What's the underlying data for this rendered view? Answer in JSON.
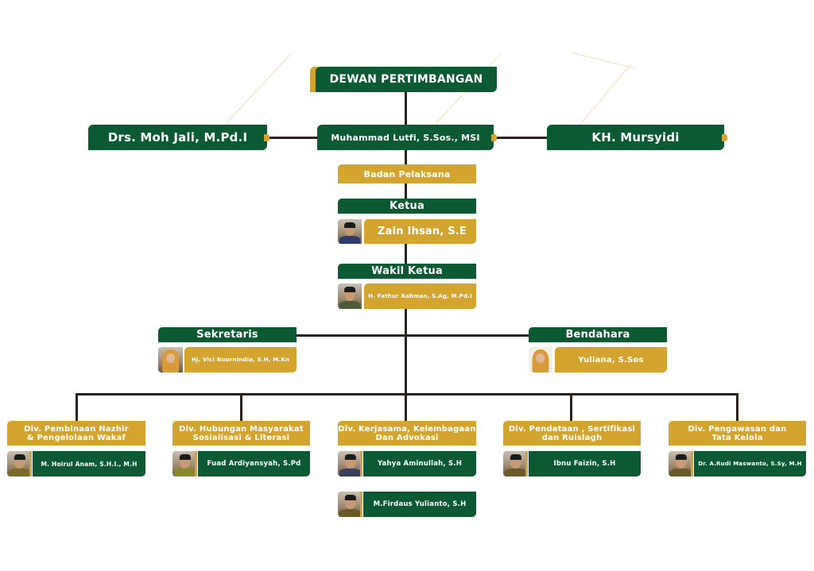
{
  "chart_title": "",
  "dewan": {
    "header": "DEWAN PERTIMBANGAN",
    "left_member": "Drs. Moh Jali, M.Pd.I",
    "center_member": "Muhammad Lutfi, S.Sos., MSI",
    "right_member": "KH. Mursyidi"
  },
  "pelaksana": {
    "header": "Badan Pelaksana",
    "ketua": {
      "title": "Ketua",
      "name": "Zain Ihsan, S.E"
    },
    "wakil": {
      "title": "Wakil Ketua",
      "name": "H. Fathur Rahman, S.Ag, M.Pd.I"
    },
    "sekretaris": {
      "title": "Sekretaris",
      "name": "Hj. Vici Noornindia, S.H, M.Kn"
    },
    "bendahara": {
      "title": "Bendahara",
      "name": "Yuliana, S.Sos"
    }
  },
  "divisions": [
    {
      "title_line1": "Div. Pembinaan Nazhir",
      "title_line2": "& Pengelolaan Wakaf",
      "members": [
        "M. Hoirul Anam, S.H.I., M.H"
      ]
    },
    {
      "title_line1": "Div. Hubungan Masyarakat",
      "title_line2": "Sosialisasi & Literasi",
      "members": [
        "Fuad Ardiyansyah, S.Pd"
      ]
    },
    {
      "title_line1": "Div. Kerjasama, Kelembagaan",
      "title_line2": "Dan Advokasi",
      "members": [
        "Yahya Aminullah, S.H",
        "M.Firdaus Yulianto, S.H"
      ]
    },
    {
      "title_line1": "Div. Pendataan , Sertifikasi",
      "title_line2": "dan Ruislagh",
      "members": [
        "Ibnu Faizin, S.H"
      ]
    },
    {
      "title_line1": "Div. Pengawasan dan",
      "title_line2": "Tata Kelola",
      "members": [
        "Dr. A.Rudi Maswanto, S.Sy, M.H"
      ]
    }
  ],
  "colors": {
    "green": "#0b5a33",
    "gold": "#d3a52f",
    "connector": "#2b2220"
  }
}
